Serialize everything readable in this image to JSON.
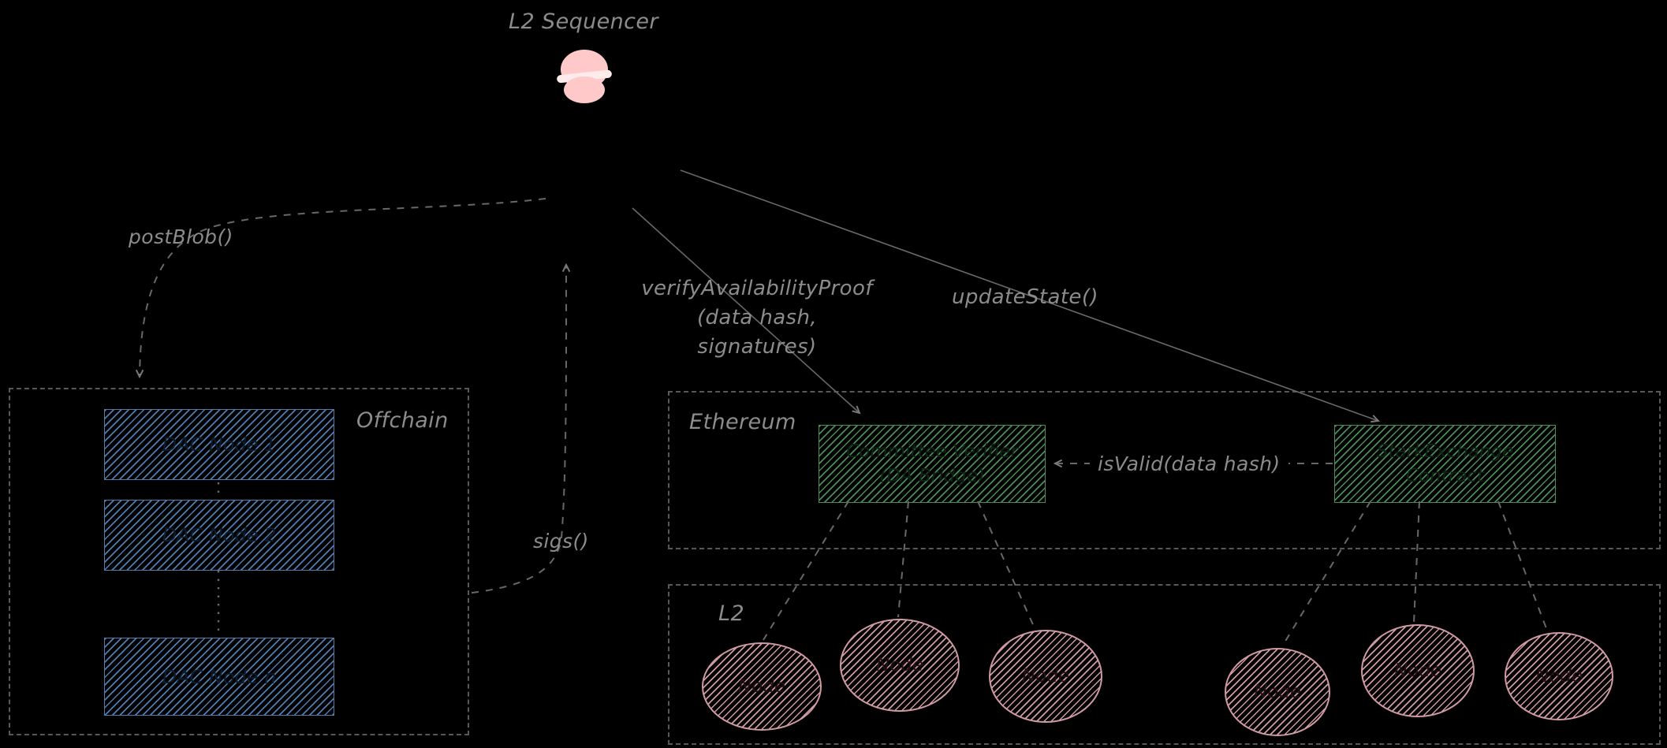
{
  "colors": {
    "bg": "#000000",
    "ink": "#8c8c8c",
    "line": "#686868",
    "border": "#585858",
    "blue": "#4f7eae",
    "blue-ink": "#0d1c2c",
    "green": "#4c8c57",
    "green-ink": "#0e2315",
    "pink": "#cf9aa1",
    "pink-ink": "#221016",
    "head": "#ffc9c9",
    "band": "#ffebeb"
  },
  "sequencer": {
    "label": "L2 Sequencer"
  },
  "calls": {
    "post_blob": "postBlob()",
    "sigs": "sigs()",
    "verify_1": "verifyAvailabilityProof",
    "verify_2": "(data hash,",
    "verify_3": "signatures)",
    "update_state": "updateState()",
    "is_valid": "isValid(data hash)"
  },
  "offchain": {
    "label": "Offchain",
    "dac_nodes": [
      "DAC Node 1",
      "DAC Node 2",
      "DAC Node n"
    ]
  },
  "ethereum": {
    "label": "Ethereum",
    "verifier": {
      "line1": "Committee Verifier",
      "line2": "(DA Bridge)"
    },
    "contract": {
      "line1": "StarkExchange",
      "line2": "Contract"
    }
  },
  "l2": {
    "label": "L2",
    "nodes": [
      "Node",
      "Node",
      "Node",
      "Node",
      "Node",
      "Node"
    ]
  }
}
